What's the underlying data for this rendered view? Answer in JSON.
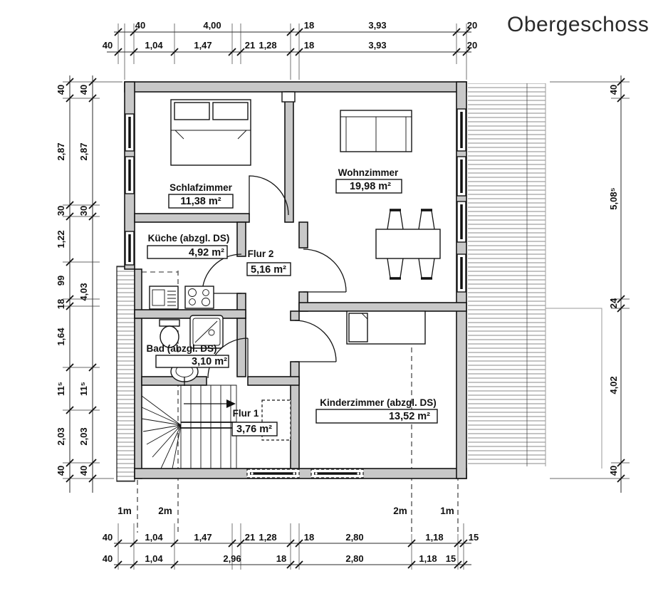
{
  "title": "Obergeschoss",
  "colors": {
    "wall_fill": "#c8c8c8",
    "line": "#1a1a1a",
    "background": "#ffffff"
  },
  "floor_plan": {
    "rooms": [
      {
        "name": "Schlafzimmer",
        "area": "11,38 m²"
      },
      {
        "name": "Wohnzimmer",
        "area": "19,98 m²"
      },
      {
        "name": "Küche (abzgl. DS)",
        "area": "4,92 m²"
      },
      {
        "name": "Flur 2",
        "area": "5,16 m²"
      },
      {
        "name": "Bad (abzgl. DS)",
        "area": "3,10 m²"
      },
      {
        "name": "Flur 1",
        "area": "3,76 m²"
      },
      {
        "name": "Kinderzimmer (abzgl. DS)",
        "area": "13,52 m²"
      }
    ]
  },
  "dimensions": {
    "top_row1": [
      "40",
      "4,00",
      "18",
      "3,93",
      "20"
    ],
    "top_row2": [
      "40",
      "1,04",
      "1,47",
      "21",
      "1,28",
      "18",
      "3,93",
      "20"
    ],
    "left_outer": [
      "40",
      "2,87",
      "30",
      "1,22",
      "99",
      "18",
      "1,64",
      "11⁵",
      "2,03",
      "40"
    ],
    "left_inner": [
      "40",
      "2,87",
      "30",
      "4,03",
      "11⁵",
      "2,03",
      "40"
    ],
    "right_col": [
      "40",
      "5,08⁵",
      "24",
      "4,02",
      "40"
    ],
    "bottom_row1": [
      "40",
      "1,04",
      "1,47",
      "21",
      "1,28",
      "18",
      "2,80",
      "1,18",
      "15"
    ],
    "bottom_row2": [
      "40",
      "1,04",
      "2,96",
      "18",
      "2,80",
      "1,18",
      "15"
    ],
    "roof_height_labels": [
      "1m",
      "2m",
      "2m",
      "1m"
    ]
  }
}
